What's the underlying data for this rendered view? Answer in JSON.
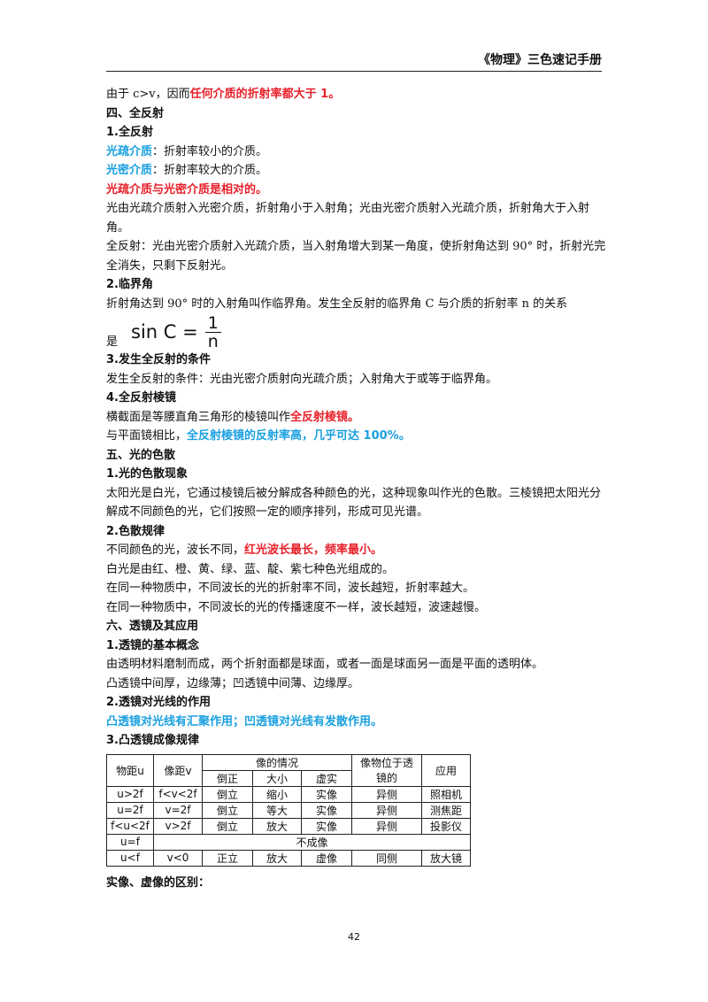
{
  "header": {
    "title": "《物理》三色速记手册"
  },
  "lines": {
    "l1_a": "由于 c>v，因而",
    "l1_b": "任何介质的折射率都大于 1。",
    "s4": "四、全反射",
    "s4_1": "1.全反射",
    "shu_term": "光疏介质",
    "shu_def": "：折射率较小的介质。",
    "mi_term": "光密介质",
    "mi_def": "：折射率较大的介质。",
    "relative": "光疏介质与光密介质是相对的。",
    "p1": "光由光疏介质射入光密介质，折射角小于入射角；光由光密介质射入光疏介质，折射角大于入射角。",
    "p2": "全反射：光由光密介质射入光疏介质，当入射角增大到某一角度，使折射角达到 90° 时，折射光完全消失，只剩下反射光。",
    "s4_2": "2.临界角",
    "p3": "折射角达到 90° 时的入射角叫作临界角。发生全反射的临界角 C 与介质的折射率 n 的关系",
    "shi": "是",
    "s4_3": "3.发生全反射的条件",
    "p4": "发生全反射的条件：光由光密介质射向光疏介质；入射角大于或等于临界角。",
    "s4_4": "4.全反射棱镜",
    "p5_a": "横截面是等腰直角三角形的棱镜叫作",
    "p5_b": "全反射棱镜。",
    "p6_a": "与平面镜相比，",
    "p6_b": "全反射棱镜的反射率高，几乎可达 100%。",
    "s5": "五、光的色散",
    "s5_1": "1.光的色散现象",
    "p7": "太阳光是白光，它通过棱镜后被分解成各种颜色的光，这种现象叫作光的色散。三棱镜把太阳光分解成不同颜色的光，它们按照一定的顺序排列，形成可见光谱。",
    "s5_2": "2.色散规律",
    "p8_a": "不同颜色的光，波长不同，",
    "p8_b": "红光波长最长，频率最小。",
    "p9": "白光是由红、橙、黄、绿、蓝、靛、紫七种色光组成的。",
    "p10": "在同一种物质中，不同波长的光的折射率不同，波长越短，折射率越大。",
    "p11": "在同一种物质中，不同波长的光的传播速度不一样，波长越短，波速越慢。",
    "s6": "六、透镜及其应用",
    "s6_1": "1.透镜的基本概念",
    "p12": "由透明材料磨制而成，两个折射面都是球面，或者一面是球面另一面是平面的透明体。",
    "p13": "凸透镜中间厚，边缘薄；凹透镜中间薄、边缘厚。",
    "s6_2": "2.透镜对光线的作用",
    "p14": "凸透镜对光线有汇聚作用；凹透镜对光线有发散作用。",
    "s6_3": "3.凸透镜成像规律",
    "s_last": "实像、虚像的区别："
  },
  "formula": {
    "lhs": "sin C =",
    "num": "1",
    "den": "n"
  },
  "table": {
    "h_u": "物距u",
    "h_v": "像距v",
    "h_image": "像的情况",
    "h_pos": "像物位于透",
    "h_pos2": "镜的",
    "h_use": "应用",
    "h_sub1": "倒正",
    "h_sub2": "大小",
    "h_sub3": "虚实",
    "rows": [
      [
        "u>2f",
        "f<v<2f",
        "倒立",
        "缩小",
        "实像",
        "异侧",
        "照相机"
      ],
      [
        "u=2f",
        "v=2f",
        "倒立",
        "等大",
        "实像",
        "异侧",
        "测焦距"
      ],
      [
        "f<u<2f",
        "v>2f",
        "倒立",
        "放大",
        "实像",
        "异侧",
        "投影仪"
      ]
    ],
    "row_f": {
      "u": "u=f",
      "text": "不成像"
    },
    "row_last": [
      "u<f",
      "v<0",
      "正立",
      "放大",
      "虚像",
      "同侧",
      "放大镜"
    ]
  },
  "footer": {
    "page": "42"
  },
  "colors": {
    "red": "#e8202a",
    "blue": "#1aa0e0"
  }
}
